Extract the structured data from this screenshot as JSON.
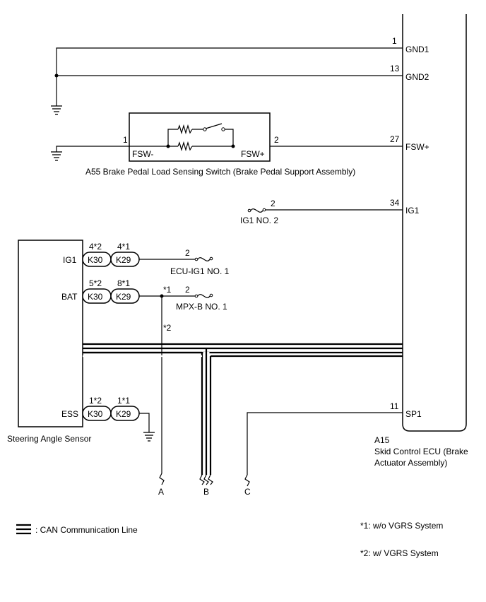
{
  "ecu": {
    "pins": [
      {
        "num": "1",
        "name": "GND1"
      },
      {
        "num": "13",
        "name": "GND2"
      },
      {
        "num": "27",
        "name": "FSW+"
      },
      {
        "num": "34",
        "name": "IG1"
      },
      {
        "num": "11",
        "name": "SP1"
      }
    ],
    "code": "A15",
    "name_line1": "Skid Control ECU (Brake",
    "name_line2": "Actuator Assembly)"
  },
  "switch": {
    "pin_left": "1",
    "pin_right": "2",
    "label_left": "FSW-",
    "label_right": "FSW+",
    "caption": "A55  Brake Pedal Load Sensing Switch (Brake Pedal Support Assembly)"
  },
  "fuses": {
    "ig1_no2": {
      "pin": "2",
      "label": "IG1 NO. 2"
    },
    "ecu_ig1_no1": {
      "pin": "2",
      "label": "ECU-IG1 NO. 1"
    },
    "mpx_b_no1": {
      "pin": "2",
      "label": "MPX-B NO. 1"
    }
  },
  "sensor": {
    "name": "Steering Angle Sensor",
    "pins": [
      {
        "name": "IG1",
        "k30_pin": "4*2",
        "k29_pin": "4*1"
      },
      {
        "name": "BAT",
        "k30_pin": "5*2",
        "k29_pin": "8*1"
      },
      {
        "name": "ESS",
        "k30_pin": "1*2",
        "k29_pin": "1*1"
      }
    ],
    "connector_a": "K30",
    "connector_b": "K29"
  },
  "junction": {
    "mark1": "*1",
    "mark2": "*2"
  },
  "bus_ends": {
    "a": "A",
    "b": "B",
    "c": "C"
  },
  "legend": {
    "can_line": ": CAN Communication Line",
    "note1": "*1: w/o VGRS System",
    "note2": "*2: w/ VGRS System"
  }
}
